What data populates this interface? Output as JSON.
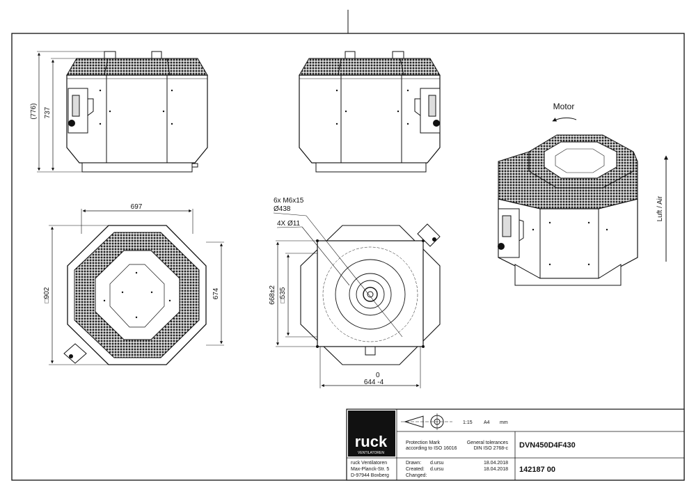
{
  "dimensions": {
    "height_total": "(776)",
    "height_body": "737",
    "width_top": "697",
    "square_outer": "□902",
    "height_side": "674",
    "bolt_pattern": "6x M6x15",
    "bolt_circle": "Ø438",
    "holes": "4X  Ø11",
    "mount_height": "668±2",
    "mount_square": "□535",
    "width_bottom_tol_upper": "0",
    "width_bottom": "644 -4"
  },
  "labels": {
    "motor": "Motor",
    "airflow": "Luft / Air"
  },
  "title_block": {
    "logo_text": "ruck",
    "logo_sub": "VENTILATOREN",
    "scale": "1:15",
    "paper": "A4",
    "unit": "mm",
    "protection_mark_line1": "Protection Mark",
    "protection_mark_line2": "according to ISO 16016",
    "general_tolerances_line1": "General tolerances",
    "general_tolerances_line2": "DIN ISO 2768-c",
    "model": "DVN450D4F430",
    "company_line1": "ruck Ventilatoren",
    "company_line2": "Max-Planck-Str. 5",
    "company_line3": "D-97944 Boxberg",
    "drawn_label": "Drawn:",
    "drawn_by": "d.ursu",
    "drawn_date": "18.04.2018",
    "created_label": "Created:",
    "created_by": "d.ursu",
    "created_date": "18.04.2018",
    "changed_label": "Changed:",
    "part_number": "142187 00"
  }
}
